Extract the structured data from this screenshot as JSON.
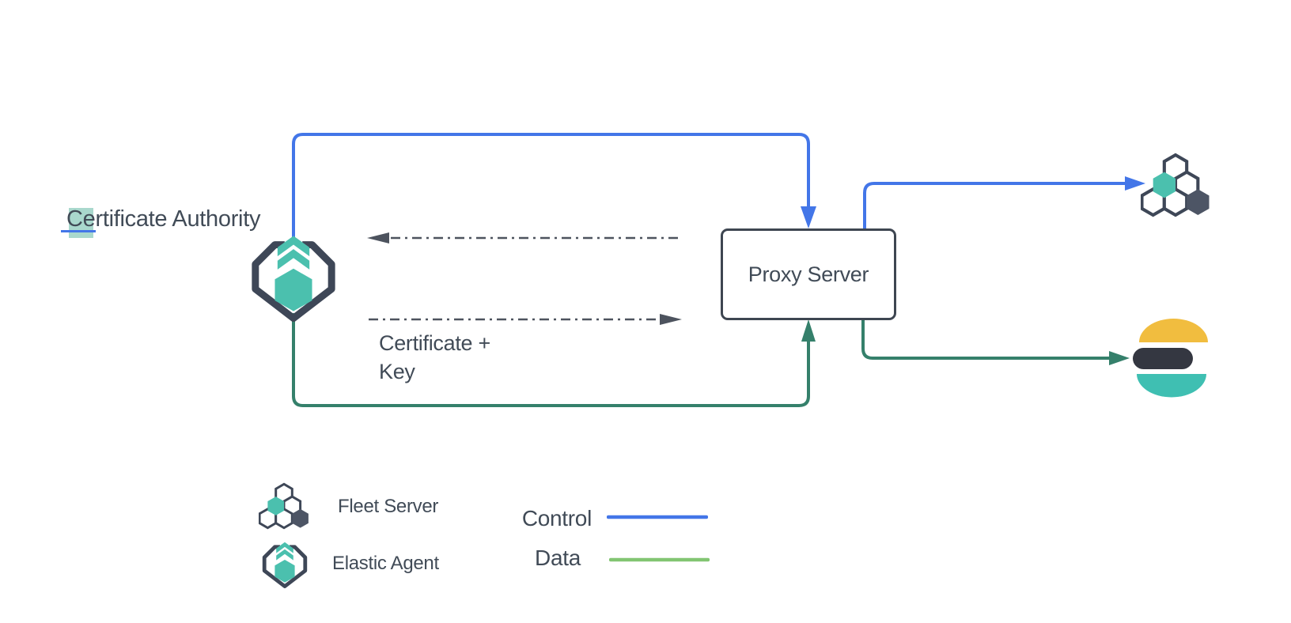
{
  "diagram": {
    "nodes": {
      "certificate_authority": {
        "label_highlighted_char": "C",
        "label_rest": "ertificate Authority",
        "icon": "elastic-agent-icon"
      },
      "proxy_server": {
        "label": "Proxy Server"
      },
      "fleet_server": {
        "icon": "fleet-server-icon"
      },
      "elasticsearch": {
        "icon": "elasticsearch-icon"
      }
    },
    "annotations": {
      "certificate_key_line1": "Certificate +",
      "certificate_key_line2": "Key"
    },
    "edges": [
      {
        "type": "control",
        "from": "elastic-agent",
        "to": "proxy-server"
      },
      {
        "type": "control",
        "from": "proxy-server",
        "to": "fleet-server"
      },
      {
        "type": "data",
        "from": "elastic-agent",
        "to": "proxy-server"
      },
      {
        "type": "data",
        "from": "proxy-server",
        "to": "elasticsearch"
      },
      {
        "type": "certificate-exchange",
        "style": "dash-dot",
        "from": "proxy-server",
        "to": "elastic-agent"
      },
      {
        "type": "certificate-exchange",
        "style": "dash-dot",
        "from": "elastic-agent",
        "to": "proxy-server",
        "label": "Certificate + Key"
      }
    ]
  },
  "legend": {
    "items": [
      {
        "icon": "fleet-server-icon",
        "label": "Fleet Server"
      },
      {
        "icon": "elastic-agent-icon",
        "label": "Elastic Agent"
      }
    ],
    "lines": [
      {
        "label": "Control",
        "color": "#4376e8"
      },
      {
        "label": "Data",
        "color": "#82c572"
      }
    ]
  },
  "colors": {
    "control": "#4376e8",
    "data": "#35806b",
    "data_legend": "#82c572",
    "dash": "#4d535e",
    "slate": "#3e4757",
    "slate_light": "#4d5565",
    "teal": "#4bc0ae",
    "text": "#414b57",
    "es_yellow": "#f1bd3f",
    "es_dark": "#343741",
    "es_teal": "#3fbfb2",
    "highlight": "#a9d8cd",
    "box_border": "#3e4651"
  }
}
